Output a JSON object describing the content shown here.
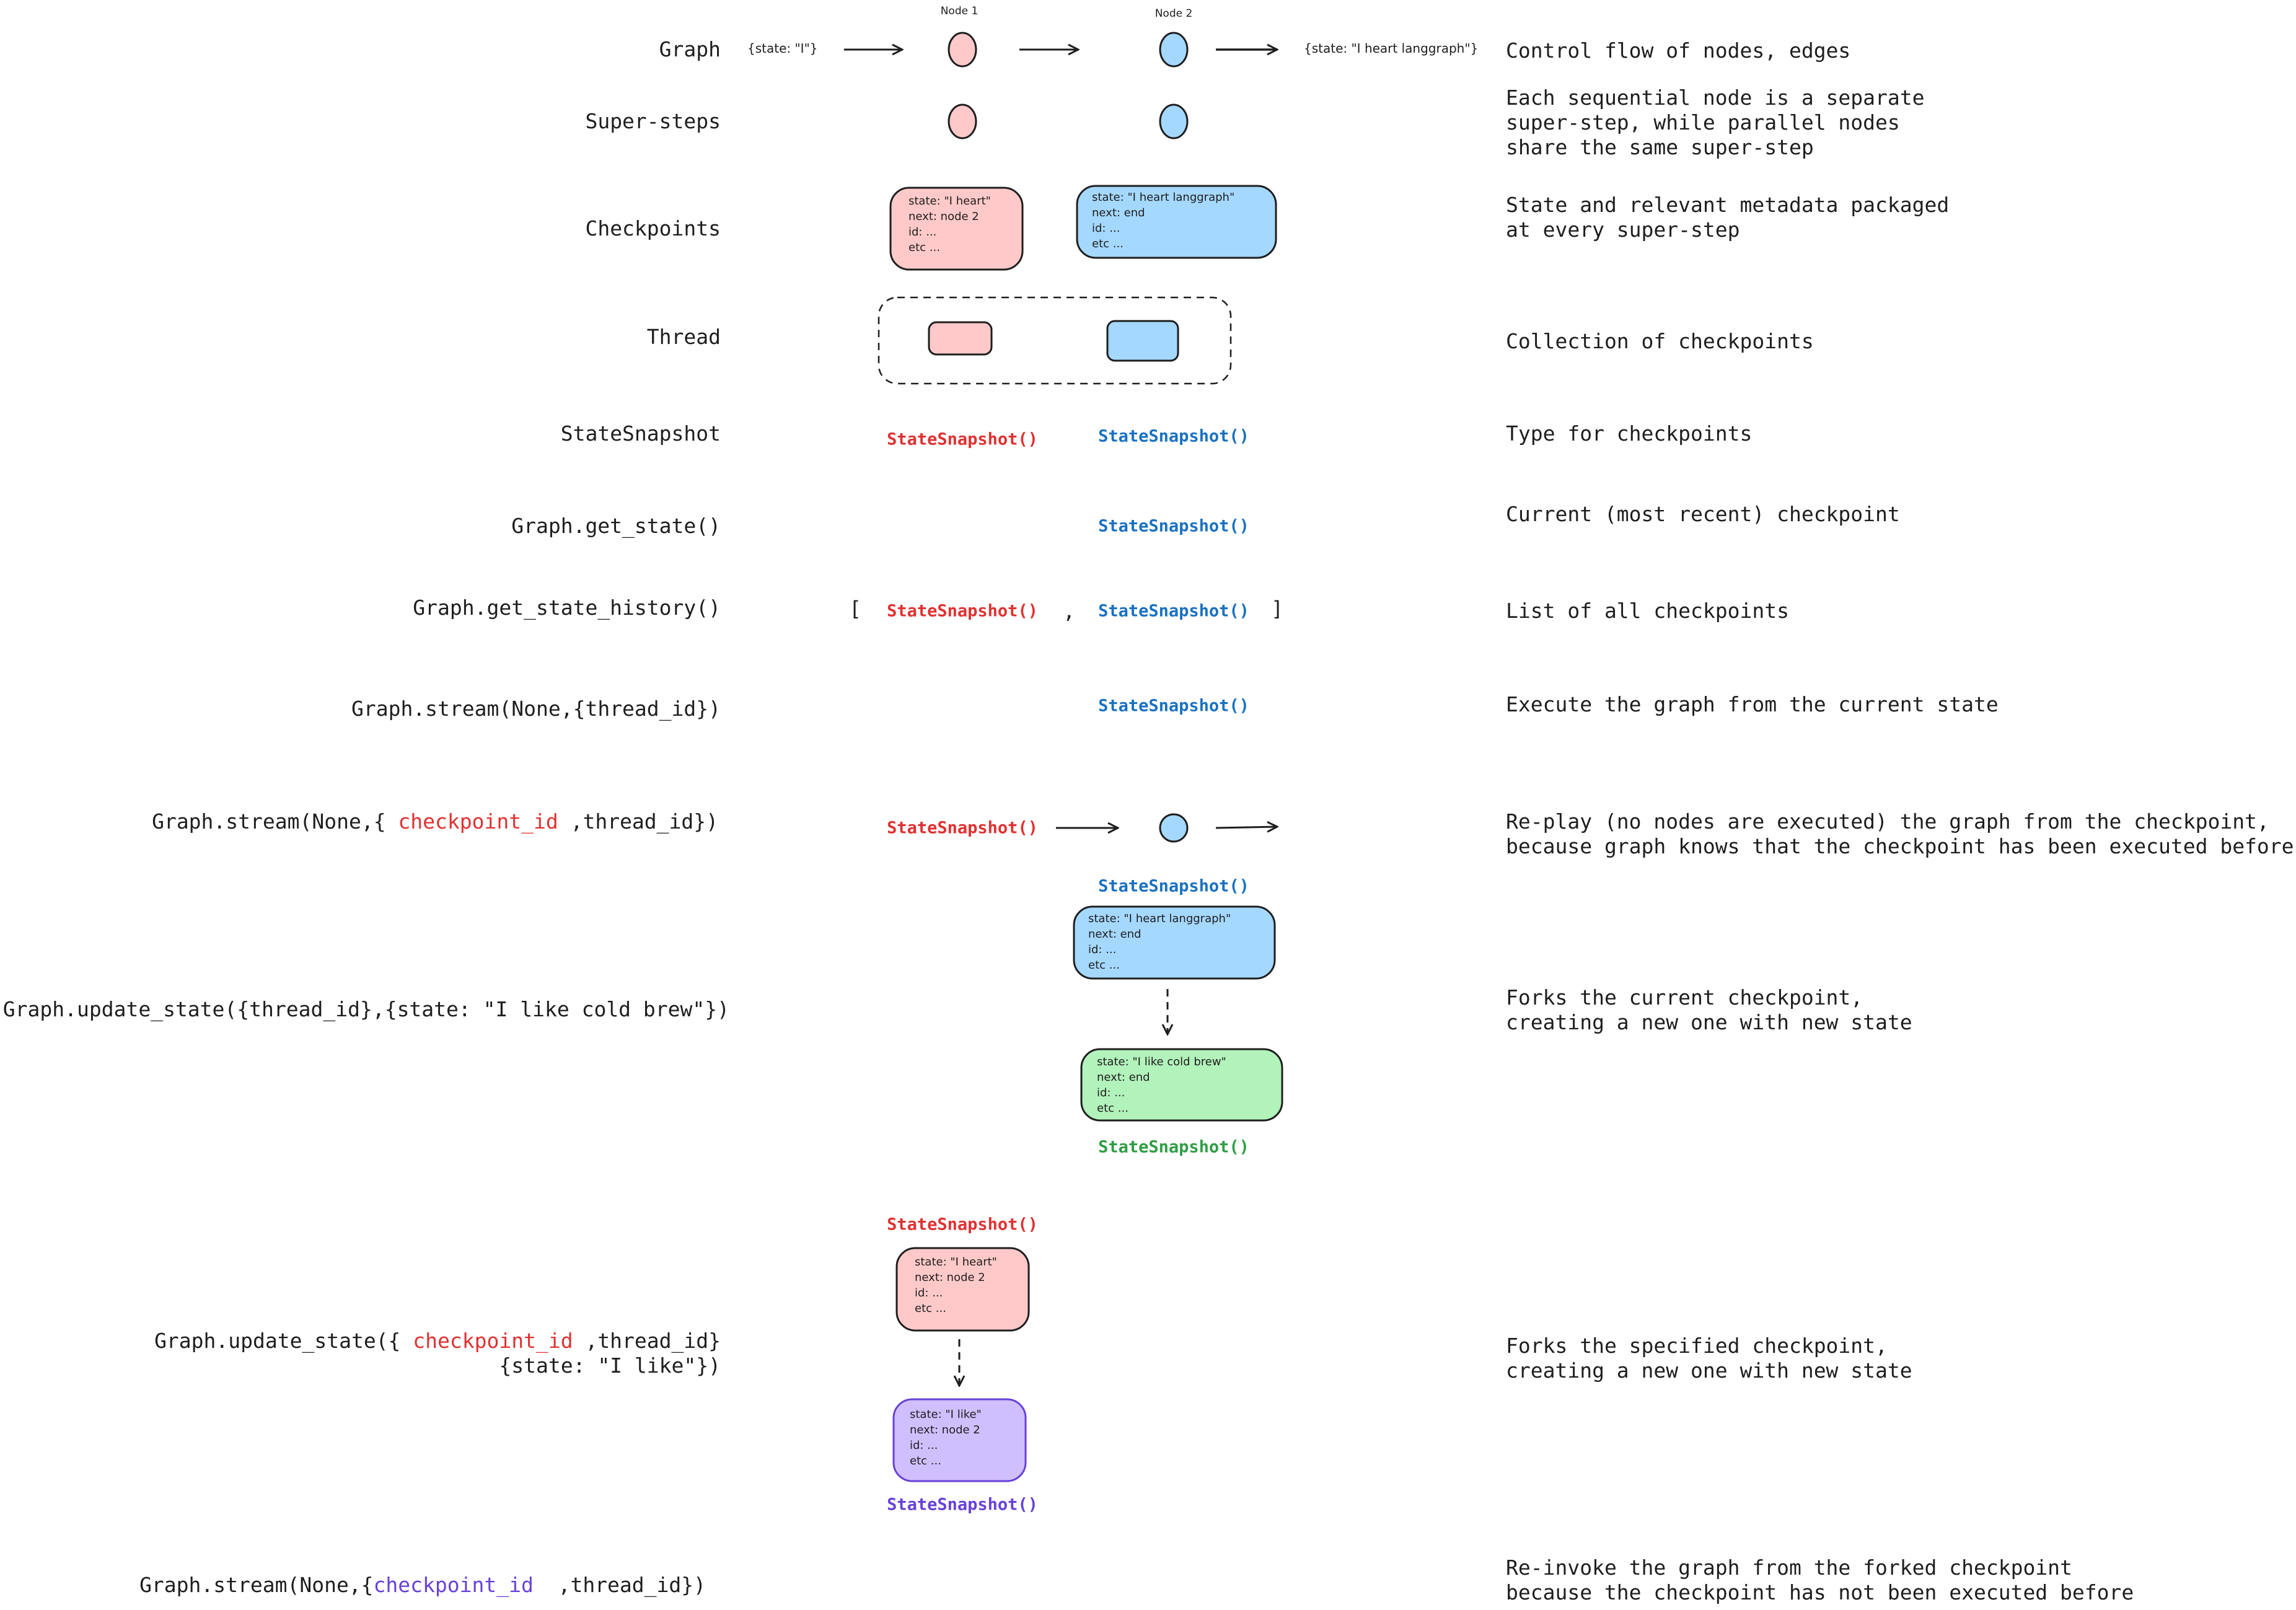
{
  "colors": {
    "red": "#e03131",
    "blue": "#1971c2",
    "green": "#2f9e44",
    "purple": "#6741d9",
    "pink_fill": "#ffc9c9",
    "blue_fill": "#a5d8ff",
    "green_fill": "#b2f2bb",
    "purple_fill": "#d0bfff"
  },
  "rows": [
    {
      "label": "Graph",
      "desc": [
        "Control flow of nodes, edges"
      ]
    },
    {
      "label": "Super-steps",
      "desc": [
        "Each sequential node is a separate",
        "super-step, while parallel nodes",
        "share the same super-step"
      ]
    },
    {
      "label": "Checkpoints",
      "desc": [
        "State and relevant metadata packaged",
        "at every super-step"
      ]
    },
    {
      "label": "Thread",
      "desc": [
        "Collection of checkpoints"
      ]
    },
    {
      "label": "StateSnapshot",
      "desc": [
        "Type for checkpoints"
      ]
    },
    {
      "label": "Graph.get_state()",
      "desc": [
        "Current (most recent) checkpoint"
      ]
    },
    {
      "label": "Graph.get_state_history()",
      "desc": [
        "List of all checkpoints"
      ]
    },
    {
      "label": "Graph.stream(None,{thread_id})",
      "desc": [
        "Execute the graph from the current state"
      ]
    },
    {
      "label_parts": [
        "Graph.stream(None,{ ",
        "checkpoint_id",
        " ,thread_id})"
      ],
      "desc": [
        "Re-play (no nodes are executed) the graph from the checkpoint,",
        "because graph knows that the checkpoint has been executed before"
      ]
    },
    {
      "label": "Graph.update_state({thread_id},{state: \"I like cold brew\"})",
      "desc": [
        "Forks the current checkpoint,",
        "creating a new one with new state"
      ]
    },
    {
      "label_parts": [
        "Graph.update_state({ ",
        "checkpoint_id",
        " ,thread_id}"
      ],
      "label_line2": "{state: \"I like\"})",
      "desc": [
        "Forks the specified checkpoint,",
        "creating a new one with new state"
      ]
    },
    {
      "label_parts": [
        "Graph.stream(None,{",
        "checkpoint_id",
        "  ,thread_id})"
      ],
      "desc": [
        "Re-invoke the graph from the forked checkpoint",
        "because the checkpoint has not been executed before"
      ]
    }
  ],
  "graph": {
    "node1": "Node 1",
    "node2": "Node 2",
    "input": "{state: \"I\"}",
    "output": "{state: \"I heart langgraph\"}"
  },
  "snapshot": "StateSnapshot()",
  "brackets": {
    "open": "[",
    "comma": ",",
    "close": "]"
  },
  "boxes": {
    "pink": [
      "state: \"I heart\"",
      "next: node 2",
      "id: ...",
      "etc ..."
    ],
    "blue": [
      "state: \"I heart langgraph\"",
      "next: end",
      "id: ...",
      "etc ..."
    ],
    "green": [
      "state: \"I like cold brew\"",
      "next: end",
      "id: ...",
      "etc ..."
    ],
    "purple": [
      "state: \"I like\"",
      "next: node 2",
      "id: ...",
      "etc ..."
    ]
  }
}
